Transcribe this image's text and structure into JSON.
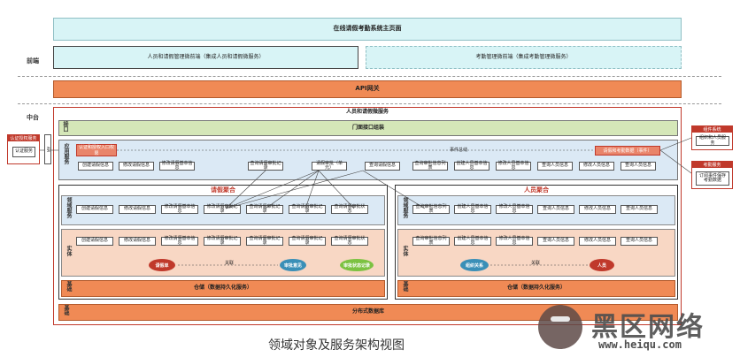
{
  "front_label": "前端",
  "mid_label": "中台",
  "portal_title": "在线请假考勤系统主页面",
  "front_left": "人员和请假管理微前端（集成人员和请假微服务）",
  "front_right": "考勤管理微前端（集成考勤管理微服务）",
  "api_gateway": "API网关",
  "services_title": "人员和请假微服务",
  "interface_label": "接口",
  "interface_bar": "门面接口组装",
  "app_label": "应用服务",
  "domain_label": "领域服务",
  "entity_label": "实体",
  "base_label": "基础",
  "leave_agg": "请假聚合",
  "person_agg": "人员聚合",
  "app_service_box": "认证和授权入口权限",
  "app_event_box": "请假和考勤数据（事件）",
  "event_text": "事件总线",
  "app_row": [
    "创建请假信息",
    "修改请假信息",
    "修改请假基本信息",
    "查询请假审批记录",
    "请假审批（单元）",
    "查询请假信息",
    "查询审批信息列表",
    "创建人员基本信息",
    "修改人员基本信息",
    "查询人员信息",
    "修改人员信息",
    "查询人员信息"
  ],
  "leave_domain_row": [
    "创建请假信息",
    "修改请假信息",
    "修改请假基本信息",
    "修改请假审批记录",
    "查询请假审批记录",
    "查询请假审批记录",
    "查询请假审批状态"
  ],
  "leave_entity_row": [
    "创建请假信息",
    "修改请假信息",
    "修改请假基本信息",
    "修改请假审批记录",
    "查询请假审批记录",
    "查询请假审批记录",
    "查询请假审批状态"
  ],
  "person_domain_row": [
    "查询审批信息列表",
    "创建人员基本信息",
    "修改人员基本信息",
    "查询人员信息",
    "修改人员信息",
    "查询人员信息"
  ],
  "person_entity_row": [
    "查询审批信息列表",
    "创建人员基本信息",
    "修改人员基本信息",
    "查询人员信息",
    "修改人员信息",
    "查询人员信息"
  ],
  "leave_entities": [
    "请假单",
    "审批意见",
    "审批状态记录"
  ],
  "person_entities": [
    "组织关系",
    "人员"
  ],
  "rel_label": "关联",
  "leave_base": "仓储（数据持久化服务）",
  "person_base": "仓储（数据持久化服务）",
  "bottom_bar": "分布式数据库",
  "left_panel_title": "认证授权服务",
  "left_panel_item": "认证服务",
  "left_api": "API",
  "right_panel1_title": "组件系统",
  "right_panel1_item": "组织和人员服务",
  "right_panel2_title": "考勤服务",
  "right_panel2_item": "订阅事件保存考勤数据",
  "caption": "领域对象及服务架构视图",
  "watermark_cn": "黑区网络",
  "watermark_url": "www.heiqu.com",
  "colors": {
    "cyan": "#d8f4f6",
    "orange": "#f08a55",
    "green": "#d5e7b8",
    "blue": "#dbe9f5",
    "peach": "#f8d7c4",
    "red": "#c0392b"
  }
}
